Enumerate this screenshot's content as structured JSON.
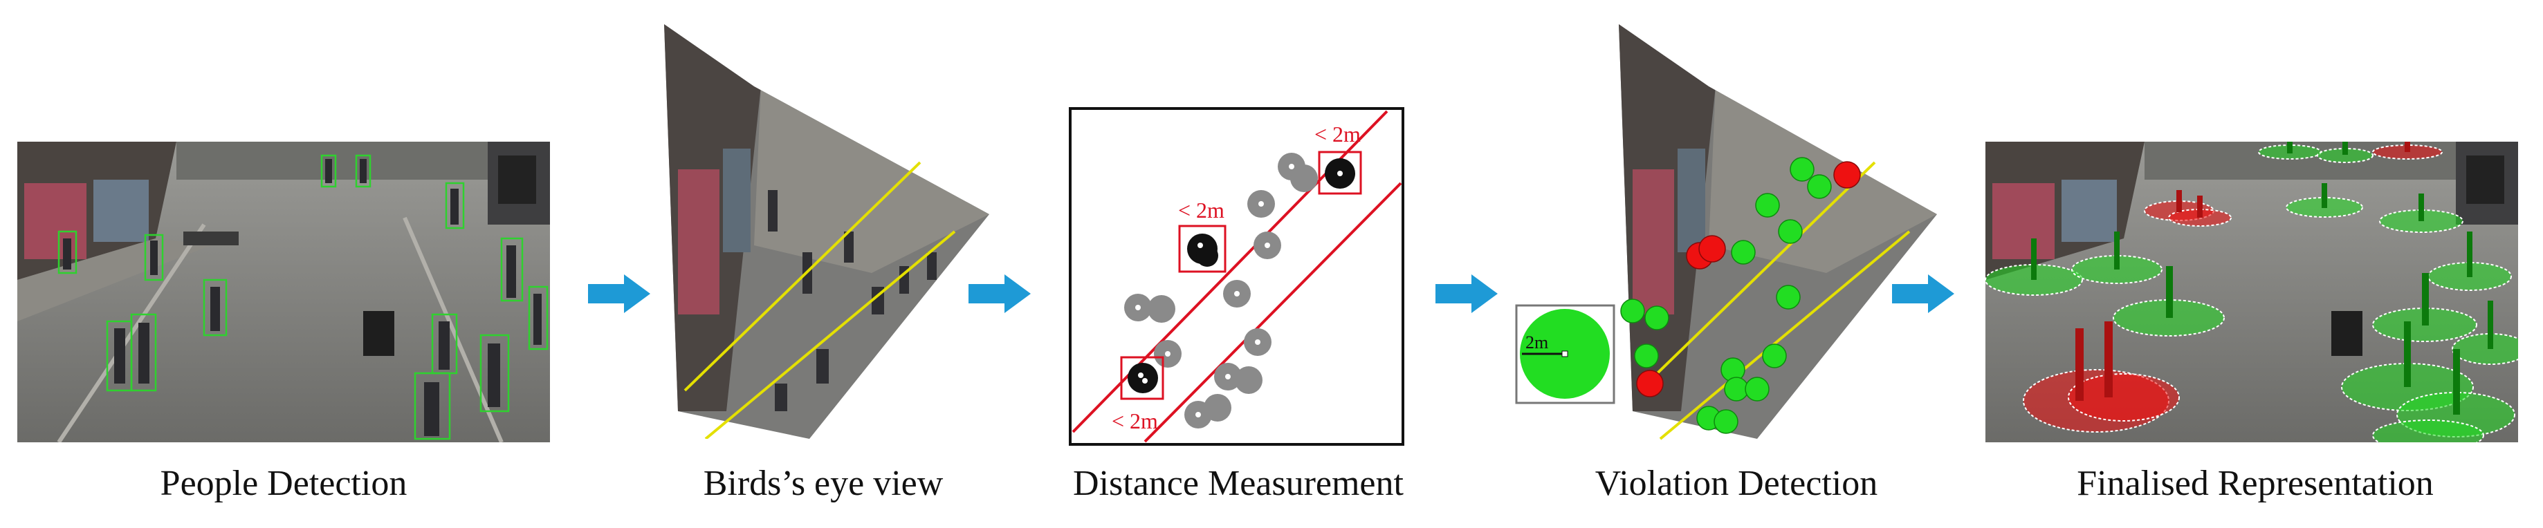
{
  "pipeline": {
    "steps": [
      {
        "label": "People Detection"
      },
      {
        "label": "Birds’s eye view"
      },
      {
        "label": "Distance Measurement"
      },
      {
        "label": "Violation Detection"
      },
      {
        "label": "Finalised Representation"
      }
    ]
  },
  "distance": {
    "threshold_labels": [
      "< 2m",
      "< 2m",
      "< 2m"
    ]
  },
  "violation": {
    "radius_label": "2m"
  },
  "colors": {
    "arrow": "#1e9ad6",
    "safe": "#22dd22",
    "violation": "#ee1111",
    "lane": "#e4e000",
    "boundary": "#dd1122",
    "person_disc": "#8a8a8a"
  }
}
